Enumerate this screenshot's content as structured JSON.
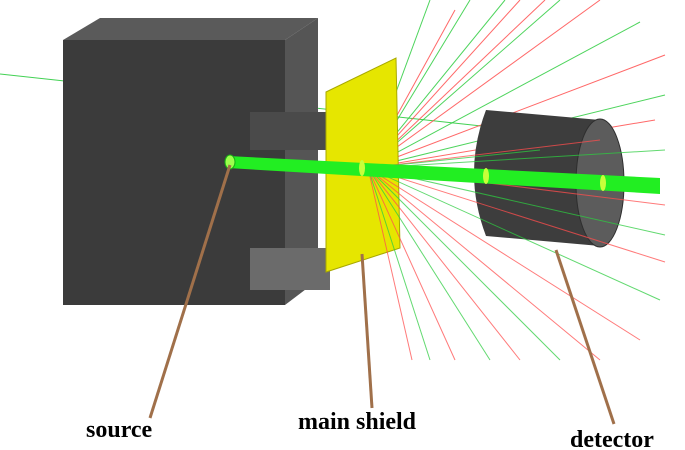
{
  "labels": {
    "source": "source",
    "main_shield": "main shield",
    "detector": "detector"
  },
  "colors": {
    "background": "#ffffff",
    "source_block_front": "#3b3b3b",
    "source_block_top": "#5a5a5a",
    "source_block_side": "#6b6b6b",
    "shield": "#e6e600",
    "shield_edge": "#a8a800",
    "detector_body": "#3d3d3d",
    "detector_face": "#5c5c5c",
    "beam": "#22ee22",
    "track_green": "#2ecc40",
    "track_red": "#ff4d4d",
    "leader_line": "#a0704a",
    "label_text": "#000000"
  }
}
